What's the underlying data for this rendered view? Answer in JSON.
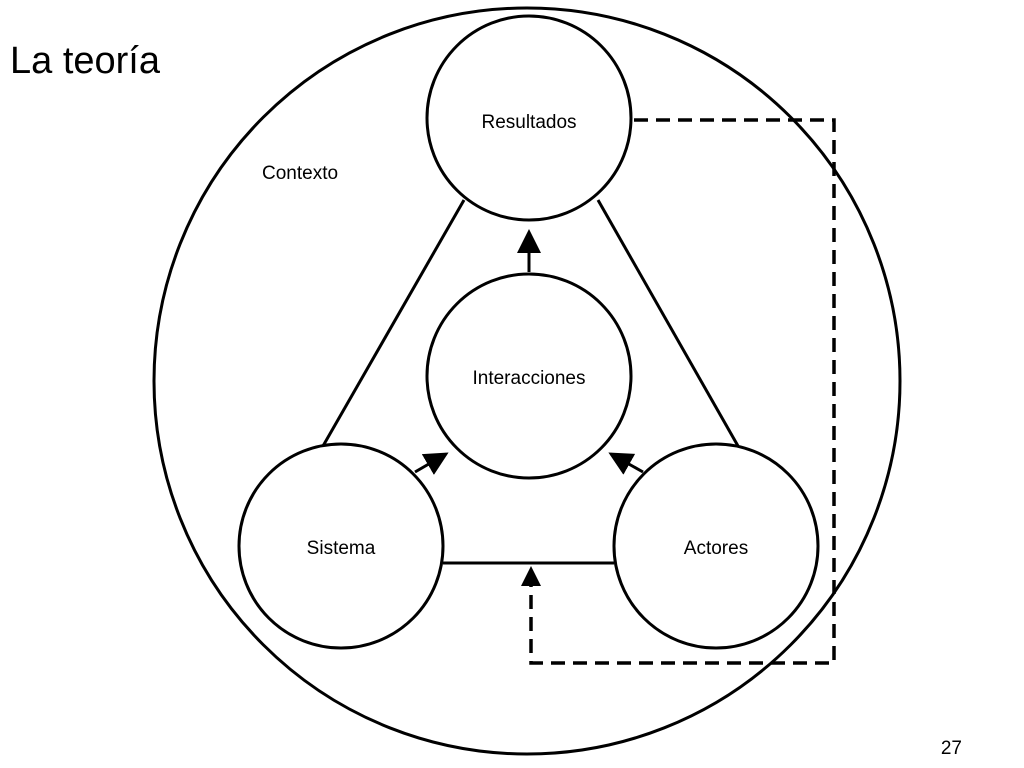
{
  "slide": {
    "title": "La teoría",
    "page_number": "27"
  },
  "diagram": {
    "context_label": "Contexto",
    "nodes": {
      "resultados": "Resultados",
      "interacciones": "Interacciones",
      "sistema": "Sistema",
      "actores": "Actores"
    }
  },
  "colors": {
    "stroke": "#000000",
    "background": "#ffffff"
  }
}
